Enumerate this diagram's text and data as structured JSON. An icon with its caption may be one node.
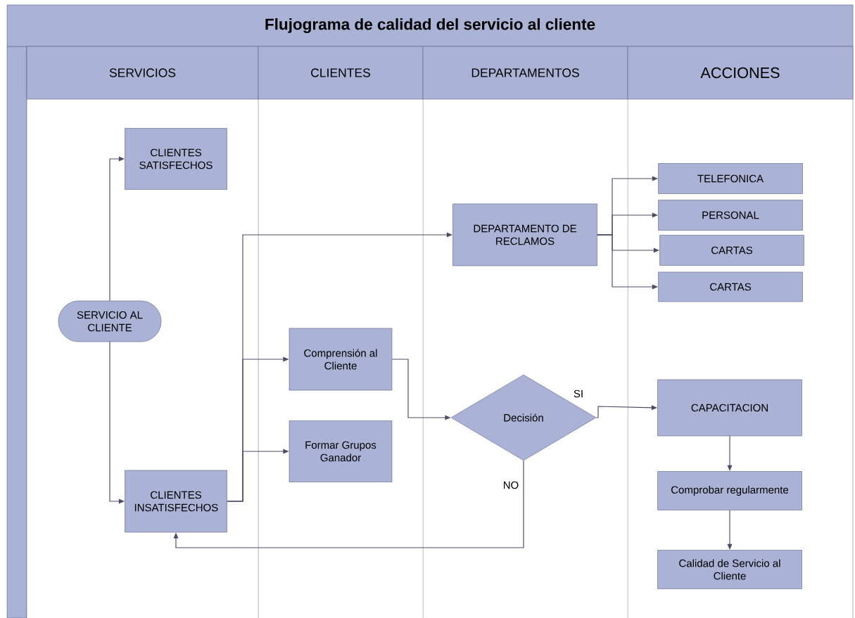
{
  "diagram": {
    "title": "Flujograma de calidad del servicio al cliente",
    "nodes": [
      {
        "text": [
          "SERVICIOS"
        ]
      },
      {
        "text": [
          "CLIENTES"
        ]
      },
      {
        "text": [
          "DEPARTAMENTOS"
        ]
      },
      {
        "text": [
          "ACCIONES"
        ]
      },
      {
        "text": [
          "CLIENTES SATISFECHOS"
        ]
      },
      {
        "text": [
          "SERVICIO AL CLIENTE"
        ]
      },
      {
        "text": [
          "CLIENTES INSATISFECHOS"
        ]
      },
      {
        "text": [
          "Comprensión al Cliente"
        ]
      },
      {
        "text": [
          "Formar Grupos Ganador"
        ]
      },
      {
        "text": [
          "DEPARTAMENTO DE RECLAMOS"
        ]
      },
      {
        "text": [
          "Decisión"
        ]
      },
      {
        "text": [
          "TELEFONICA"
        ]
      },
      {
        "text": [
          "PERSONAL"
        ]
      },
      {
        "text": [
          "CARTAS"
        ]
      },
      {
        "text": [
          "CARTAS"
        ]
      },
      {
        "text": [
          "CAPACITACION"
        ]
      },
      {
        "text": [
          "Comprobar regularmente"
        ]
      },
      {
        "text": [
          "Calidad de Servicio al Cliente"
        ]
      }
    ],
    "edges": [
      {
        "from": 5,
        "to": 4,
        "arrow": "to"
      },
      {
        "from": 5,
        "to": 6,
        "arrow": "to"
      },
      {
        "from": 6,
        "to": 9,
        "arrow": "to"
      },
      {
        "from": 6,
        "to": 7,
        "arrow": "to"
      },
      {
        "from": 6,
        "to": 8,
        "arrow": "to"
      },
      {
        "from": 7,
        "to": 10,
        "arrow": "to"
      },
      {
        "from": 9,
        "to": 11,
        "arrow": "to"
      },
      {
        "from": 9,
        "to": 12,
        "arrow": "to"
      },
      {
        "from": 9,
        "to": 13,
        "arrow": "to"
      },
      {
        "from": 9,
        "to": 14,
        "arrow": "to"
      },
      {
        "from": 10,
        "to": 15,
        "arrow": "to",
        "label": "SI"
      },
      {
        "from": 10,
        "to": 6,
        "arrow": "to",
        "label": "NO"
      },
      {
        "from": 15,
        "to": 16,
        "arrow": "to"
      },
      {
        "from": 16,
        "to": 17,
        "arrow": "to"
      }
    ]
  }
}
